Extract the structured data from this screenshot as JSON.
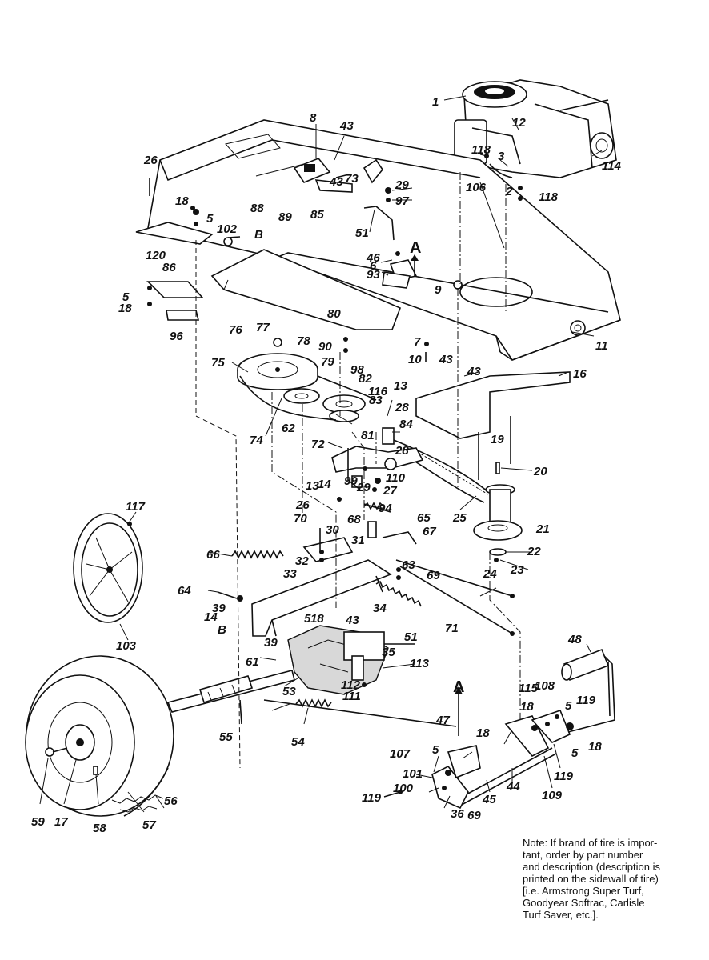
{
  "labels": {
    "l1": "1",
    "l2": "2",
    "l3": "3",
    "l5a": "5",
    "l5b": "5",
    "l5c": "5",
    "l5d": "5",
    "l5e": "5",
    "l5f": "5",
    "l6": "6",
    "l7": "7",
    "l8": "8",
    "l9": "9",
    "l10": "10",
    "l11": "11",
    "l12": "12",
    "l13a": "13",
    "l13b": "13",
    "l14a": "14",
    "l14b": "14",
    "l16": "16",
    "l17": "17",
    "l18a": "18",
    "l18b": "18",
    "l18c": "18",
    "l18d": "18",
    "l18e": "18",
    "l18f": "18",
    "l19": "19",
    "l20": "20",
    "l21": "21",
    "l22": "22",
    "l23": "23",
    "l24": "24",
    "l25": "25",
    "l26a": "26",
    "l26b": "26",
    "l27": "27",
    "l28a": "28",
    "l28b": "28",
    "l29a": "29",
    "l29b": "29",
    "l30": "30",
    "l31": "31",
    "l32": "32",
    "l33": "33",
    "l34": "34",
    "l35": "35",
    "l36": "36",
    "l39a": "39",
    "l39b": "39",
    "l43a": "43",
    "l43b": "43",
    "l43c": "43",
    "l43d": "43",
    "l43e": "43",
    "l44": "44",
    "l45": "45",
    "l46": "46",
    "l47": "47",
    "l48": "48",
    "l51a": "51",
    "l51b": "51",
    "l53": "53",
    "l54": "54",
    "l55": "55",
    "l56": "56",
    "l57": "57",
    "l58": "58",
    "l59": "59",
    "l61": "61",
    "l62": "62",
    "l63": "63",
    "l64": "64",
    "l65": "65",
    "l66": "66",
    "l67": "67",
    "l68": "68",
    "l69a": "69",
    "l69b": "69",
    "l70": "70",
    "l71": "71",
    "l72": "72",
    "l73": "73",
    "l74": "74",
    "l75": "75",
    "l76": "76",
    "l77": "77",
    "l78": "78",
    "l79": "79",
    "l80": "80",
    "l81": "81",
    "l82": "82",
    "l83": "83",
    "l84": "84",
    "l85": "85",
    "l86": "86",
    "l88": "88",
    "l89": "89",
    "l90": "90",
    "l93": "93",
    "l94": "94",
    "l96": "96",
    "l97": "97",
    "l98": "98",
    "l99": "99",
    "l100": "100",
    "l101": "101",
    "l102": "102",
    "l103": "103",
    "l106": "106",
    "l107": "107",
    "l108": "108",
    "l109": "109",
    "l110": "110",
    "l111": "111",
    "l112": "112",
    "l113": "113",
    "l114": "114",
    "l115": "115",
    "l116": "116",
    "l117": "117",
    "l118a": "118",
    "l118b": "118",
    "l119a": "119",
    "l119b": "119",
    "l119c": "119",
    "l120": "120",
    "lA1": "A",
    "lA2": "A",
    "lB1": "B",
    "lB2": "B"
  },
  "note": {
    "line1": "Note: If brand of tire is impor-",
    "line2": "tant, order by part number",
    "line3": "and description (description is",
    "line4": "printed on the sidewall of tire)",
    "line5": "[i.e. Armstrong Super Turf,",
    "line6": "Goodyear Softrac, Carlisle",
    "line7": "Turf Saver, etc.]."
  }
}
